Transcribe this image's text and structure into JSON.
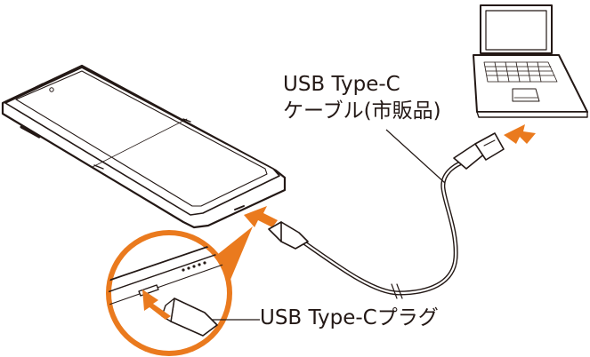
{
  "labels": {
    "cable_line1": "USB Type-C",
    "cable_line2": "ケーブル(市販品)",
    "plug": "USB Type-Cプラグ"
  },
  "colors": {
    "outline": "#231815",
    "arrow": "#EA7A1E",
    "background": "#FFFFFF"
  }
}
